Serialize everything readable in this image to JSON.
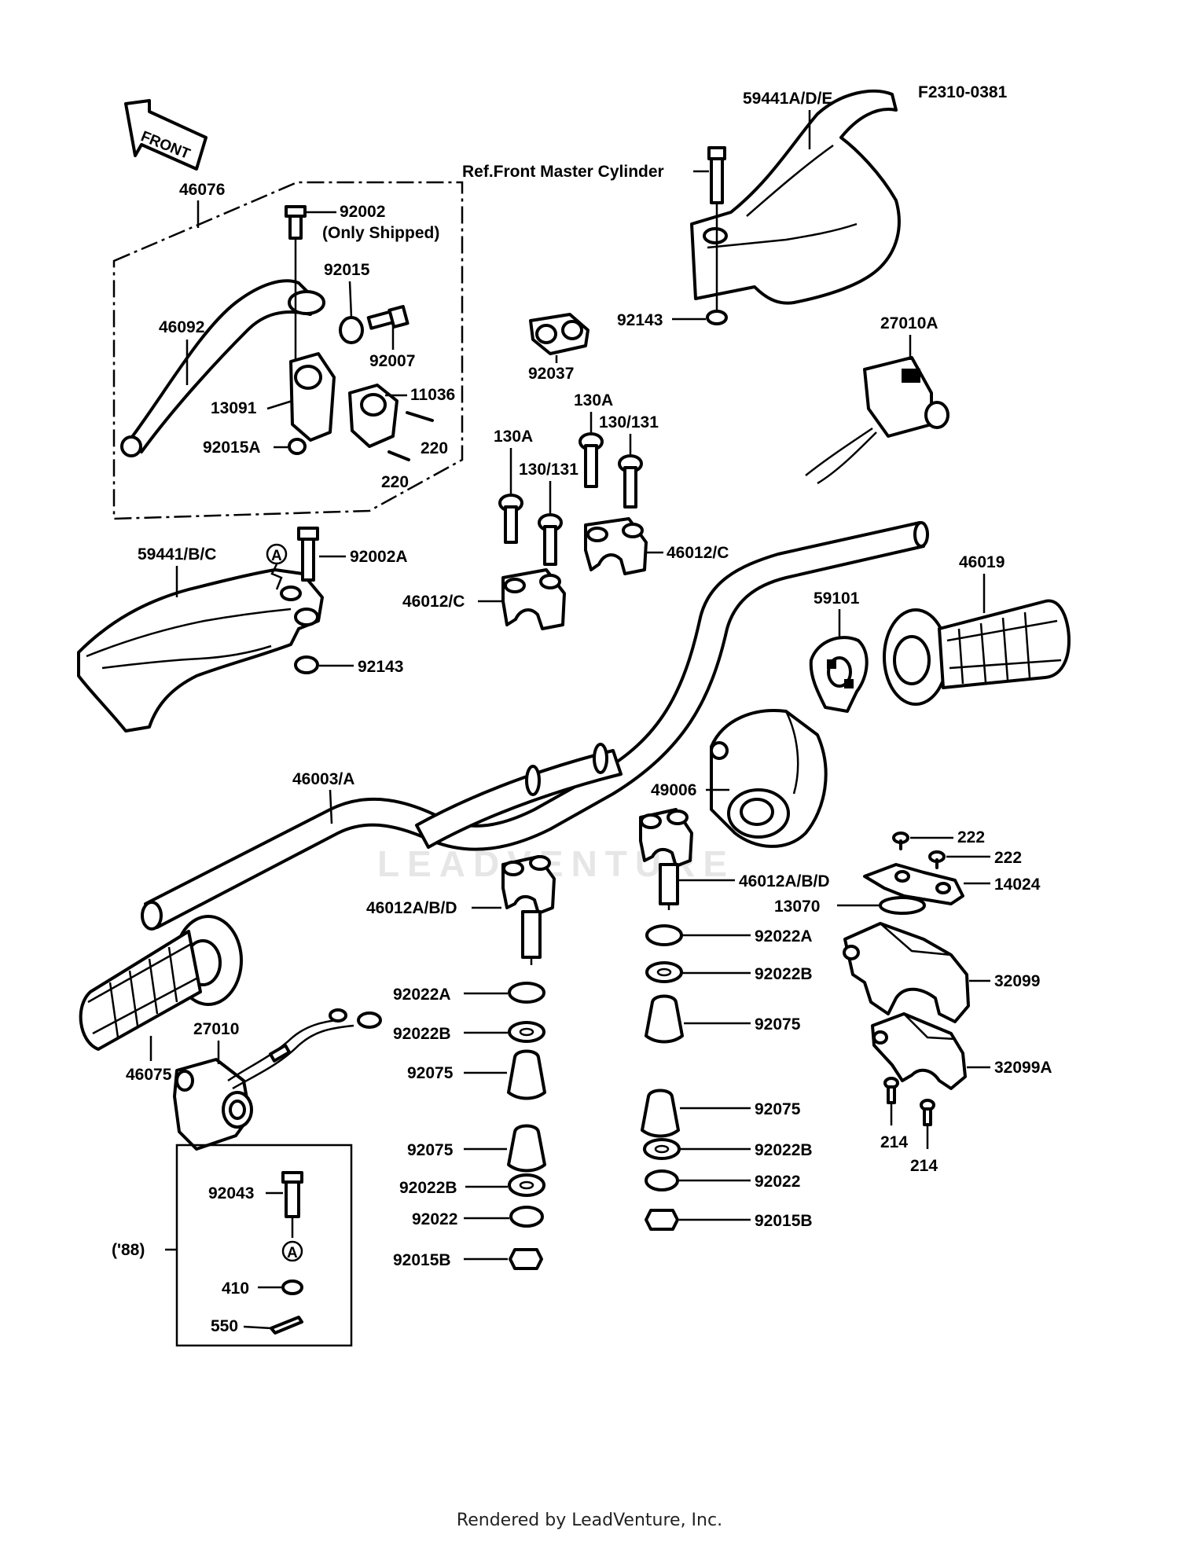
{
  "diagram": {
    "code": "F2310-0381",
    "front_arrow": "FRONT",
    "watermark": "LEADVENTURE",
    "labels": {
      "p46076": "46076",
      "p92002": "92002",
      "p92002_note": "(Only Shipped)",
      "p92015": "92015",
      "p46092": "46092",
      "p92007": "92007",
      "p13091": "13091",
      "p11036": "11036",
      "p92015A": "92015A",
      "p220a": "220",
      "p220b": "220",
      "p59441ADE": "59441A/D/E",
      "ref_master": "Ref.Front Master Cylinder",
      "p92143a": "92143",
      "p27010A": "27010A",
      "p92037": "92037",
      "p130Aa": "130A",
      "p130Ab": "130A",
      "p130_131a": "130/131",
      "p130_131b": "130/131",
      "p59441BC": "59441/B/C",
      "marker_a1": "A",
      "p92002A": "92002A",
      "p46012Ca": "46012/C",
      "p46012Cb": "46012/C",
      "p46019": "46019",
      "p92143b": "92143",
      "p59101": "59101",
      "p46003A": "46003/A",
      "p49006": "49006",
      "p222a": "222",
      "p222b": "222",
      "p46012ABDa": "46012A/B/D",
      "p46012ABDb": "46012A/B/D",
      "p14024": "14024",
      "p13070": "13070",
      "p92022Aa": "92022A",
      "p92022Ab": "92022A",
      "p92022Ba": "92022B",
      "p92022Bb": "92022B",
      "p32099": "32099",
      "p92075a": "92075",
      "p92075b": "92075",
      "p46075": "46075",
      "p27010": "27010",
      "p92075c": "92075",
      "p92075d": "92075",
      "p32099A": "32099A",
      "p214a": "214",
      "p214b": "214",
      "p92022Bc": "92022B",
      "p92022Bd": "92022B",
      "p92022a": "92022",
      "p92022b": "92022",
      "p92015Ba": "92015B",
      "p92015Bb": "92015B",
      "p92043": "92043",
      "p88": "('88)",
      "marker_a2": "A",
      "p410": "410",
      "p550": "550"
    }
  },
  "footer": "Rendered by LeadVenture, Inc."
}
